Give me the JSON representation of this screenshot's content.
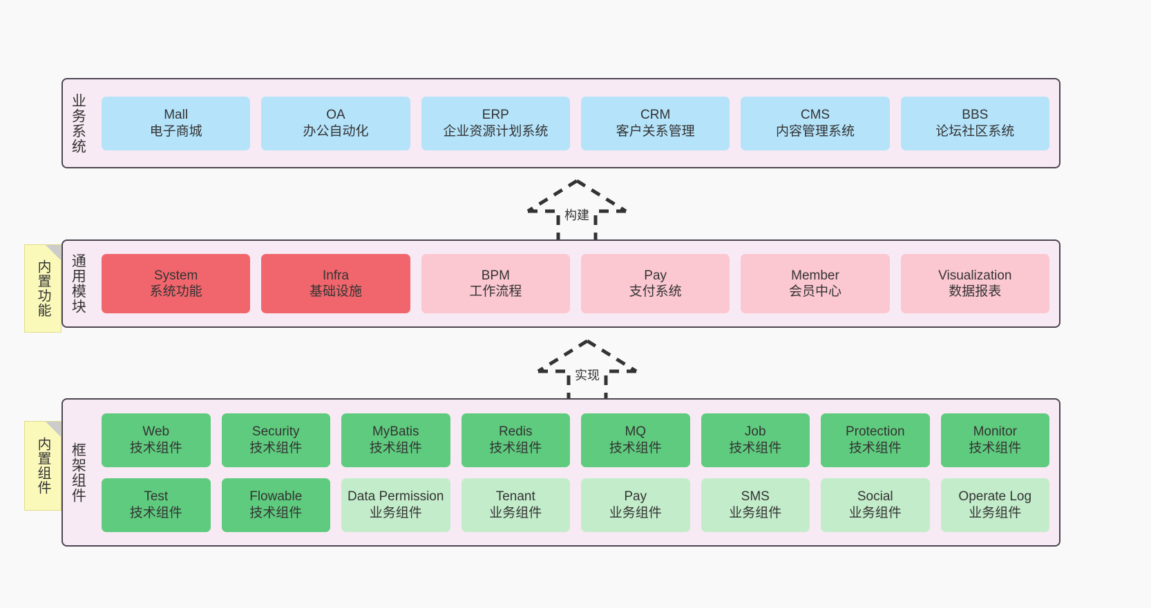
{
  "diagram": {
    "background": "#f9f9f9",
    "panel_bg": "#f8eaf4",
    "panel_border": "#4c4452"
  },
  "notes": [
    {
      "id": "builtin-features",
      "label": "内置功能",
      "color": "#fbf9ba"
    },
    {
      "id": "builtin-components",
      "label": "内置组件",
      "color": "#fbf9ba"
    }
  ],
  "connectors": [
    {
      "id": "build",
      "label": "构建",
      "style": "dashed-generalization"
    },
    {
      "id": "implement",
      "label": "实现",
      "style": "dashed-generalization"
    }
  ],
  "layers": [
    {
      "id": "business-systems",
      "title": "业务系统",
      "rows": [
        [
          {
            "name": "Mall",
            "sub": "电子商城",
            "color": "#b4e3fa",
            "tone": "blue"
          },
          {
            "name": "OA",
            "sub": "办公自动化",
            "color": "#b4e3fa",
            "tone": "blue"
          },
          {
            "name": "ERP",
            "sub": "企业资源计划系统",
            "color": "#b4e3fa",
            "tone": "blue"
          },
          {
            "name": "CRM",
            "sub": "客户关系管理",
            "color": "#b4e3fa",
            "tone": "blue"
          },
          {
            "name": "CMS",
            "sub": "内容管理系统",
            "color": "#b4e3fa",
            "tone": "blue"
          },
          {
            "name": "BBS",
            "sub": "论坛社区系统",
            "color": "#b4e3fa",
            "tone": "blue"
          }
        ]
      ]
    },
    {
      "id": "common-modules",
      "title": "通用模块",
      "rows": [
        [
          {
            "name": "System",
            "sub": "系统功能",
            "color": "#f1666c",
            "tone": "red"
          },
          {
            "name": "Infra",
            "sub": "基础设施",
            "color": "#f1666c",
            "tone": "red"
          },
          {
            "name": "BPM",
            "sub": "工作流程",
            "color": "#fbc7d1",
            "tone": "pink"
          },
          {
            "name": "Pay",
            "sub": "支付系统",
            "color": "#fbc7d1",
            "tone": "pink"
          },
          {
            "name": "Member",
            "sub": "会员中心",
            "color": "#fbc7d1",
            "tone": "pink"
          },
          {
            "name": "Visualization",
            "sub": "数据报表",
            "color": "#fbc7d1",
            "tone": "pink"
          }
        ]
      ]
    },
    {
      "id": "framework-components",
      "title": "框架组件",
      "rows": [
        [
          {
            "name": "Web",
            "sub": "技术组件",
            "color": "#5fcb7e",
            "tone": "green"
          },
          {
            "name": "Security",
            "sub": "技术组件",
            "color": "#5fcb7e",
            "tone": "green"
          },
          {
            "name": "MyBatis",
            "sub": "技术组件",
            "color": "#5fcb7e",
            "tone": "green"
          },
          {
            "name": "Redis",
            "sub": "技术组件",
            "color": "#5fcb7e",
            "tone": "green"
          },
          {
            "name": "MQ",
            "sub": "技术组件",
            "color": "#5fcb7e",
            "tone": "green"
          },
          {
            "name": "Job",
            "sub": "技术组件",
            "color": "#5fcb7e",
            "tone": "green"
          },
          {
            "name": "Protection",
            "sub": "技术组件",
            "color": "#5fcb7e",
            "tone": "green"
          },
          {
            "name": "Monitor",
            "sub": "技术组件",
            "color": "#5fcb7e",
            "tone": "green"
          }
        ],
        [
          {
            "name": "Test",
            "sub": "技术组件",
            "color": "#5fcb7e",
            "tone": "green"
          },
          {
            "name": "Flowable",
            "sub": "技术组件",
            "color": "#5fcb7e",
            "tone": "green"
          },
          {
            "name": "Data Permission",
            "sub": "业务组件",
            "color": "#c3ecca",
            "tone": "lightgreen"
          },
          {
            "name": "Tenant",
            "sub": "业务组件",
            "color": "#c3ecca",
            "tone": "lightgreen"
          },
          {
            "name": "Pay",
            "sub": "业务组件",
            "color": "#c3ecca",
            "tone": "lightgreen"
          },
          {
            "name": "SMS",
            "sub": "业务组件",
            "color": "#c3ecca",
            "tone": "lightgreen"
          },
          {
            "name": "Social",
            "sub": "业务组件",
            "color": "#c3ecca",
            "tone": "lightgreen"
          },
          {
            "name": "Operate Log",
            "sub": "业务组件",
            "color": "#c3ecca",
            "tone": "lightgreen"
          }
        ]
      ]
    }
  ]
}
